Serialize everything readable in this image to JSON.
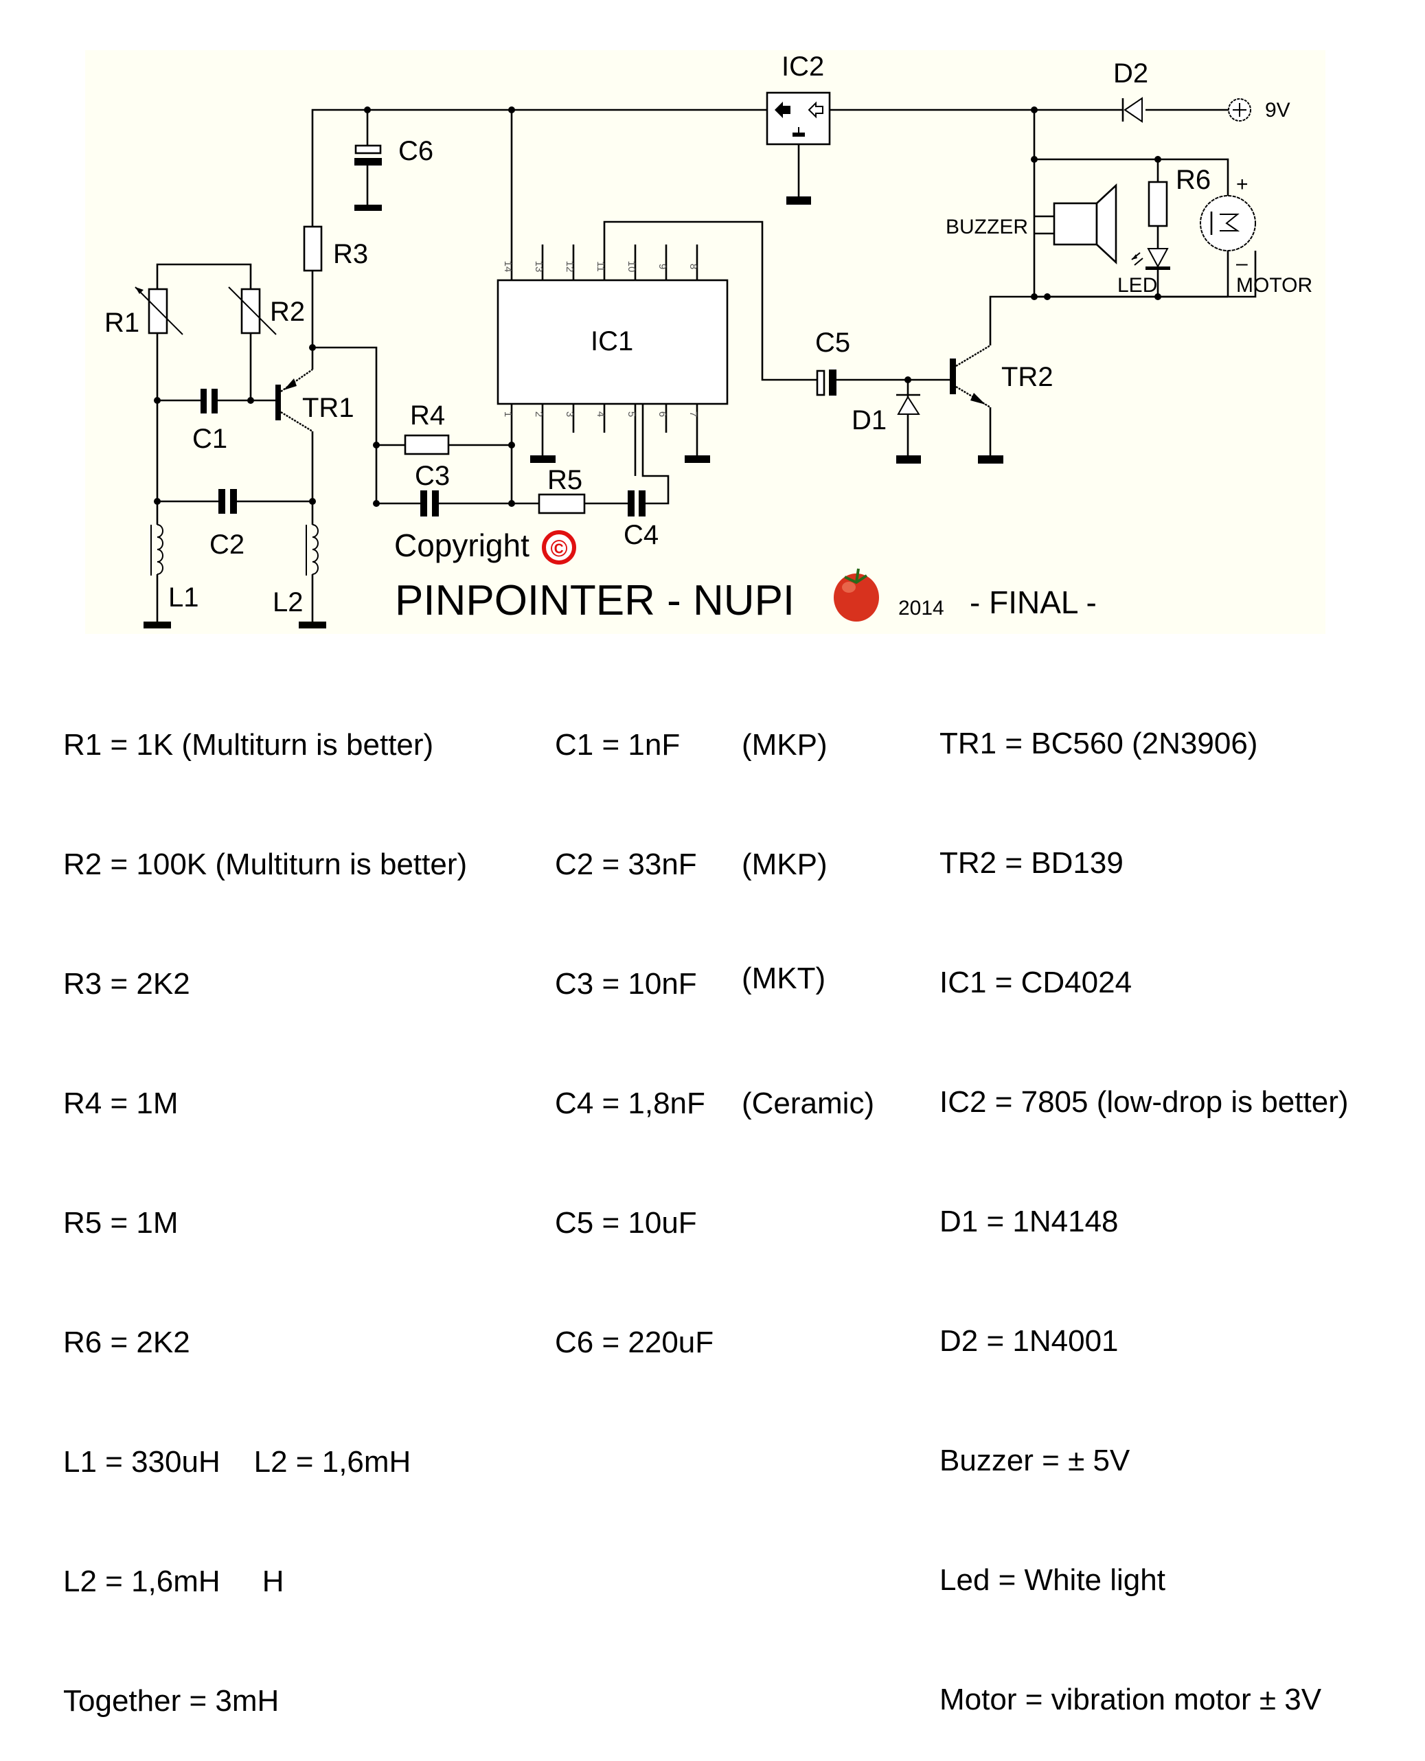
{
  "diagram": {
    "title": "PINPOINTER - NUPI",
    "year": "2014",
    "status": "- FINAL -",
    "copyright": "Copyright",
    "copyright_symbol": "©",
    "colors": {
      "panel": "#fffff3",
      "copyright_red": "#e01010",
      "tomato": "#d8321e"
    },
    "labels": {
      "IC1": "IC1",
      "IC2": "IC2",
      "D1": "D1",
      "D2": "D2",
      "R1": "R1",
      "R2": "R2",
      "R3": "R3",
      "R4": "R4",
      "R5": "R5",
      "R6": "R6",
      "C1": "C1",
      "C2": "C2",
      "C3": "C3",
      "C4": "C4",
      "C5": "C5",
      "C6": "C6",
      "L1": "L1",
      "L2": "L2",
      "TR1": "TR1",
      "TR2": "TR2",
      "BUZZER": "BUZZER",
      "LED": "LED",
      "MOTOR": "MOTOR",
      "supply": "9V",
      "plus": "+",
      "minus": "–"
    },
    "ic1_pins_top": [
      "14",
      "13",
      "12",
      "11",
      "10",
      "9",
      "8"
    ],
    "ic1_pins_bottom": [
      "1",
      "2",
      "3",
      "4",
      "5",
      "6",
      "7"
    ]
  },
  "parts_list": {
    "resistors_inductors": [
      "R1 = 1K (Multiturn is better)",
      "R2 = 100K (Multiturn is better)",
      "R3 = 2K2",
      "R4 = 1M",
      "R5 = 1M",
      "R6 = 2K2",
      "L1 = 330uH    L2 = 1,6mH",
      "L2 = 1,6mH     H",
      "Together = 3mH"
    ],
    "capacitors": [
      {
        "value": "C1 = 1nF",
        "type": "(MKP)"
      },
      {
        "value": "C2 = 33nF",
        "type": "(MKP)"
      },
      {
        "value": "C3 = 10nF",
        "type": "(MKT)"
      },
      {
        "value": "C4 = 1,8nF",
        "type": "(Ceramic)"
      },
      {
        "value": "C5 = 10uF",
        "type": ""
      },
      {
        "value": "C6 = 220uF",
        "type": ""
      }
    ],
    "semiconductors": [
      "TR1 = BC560 (2N3906)",
      "TR2 = BD139",
      "IC1 = CD4024",
      "IC2 = 7805 (low-drop is better)",
      "D1 = 1N4148",
      "D2 = 1N4001",
      "Buzzer = ± 5V",
      "Led = White light",
      "Motor = vibration motor ± 3V"
    ]
  }
}
